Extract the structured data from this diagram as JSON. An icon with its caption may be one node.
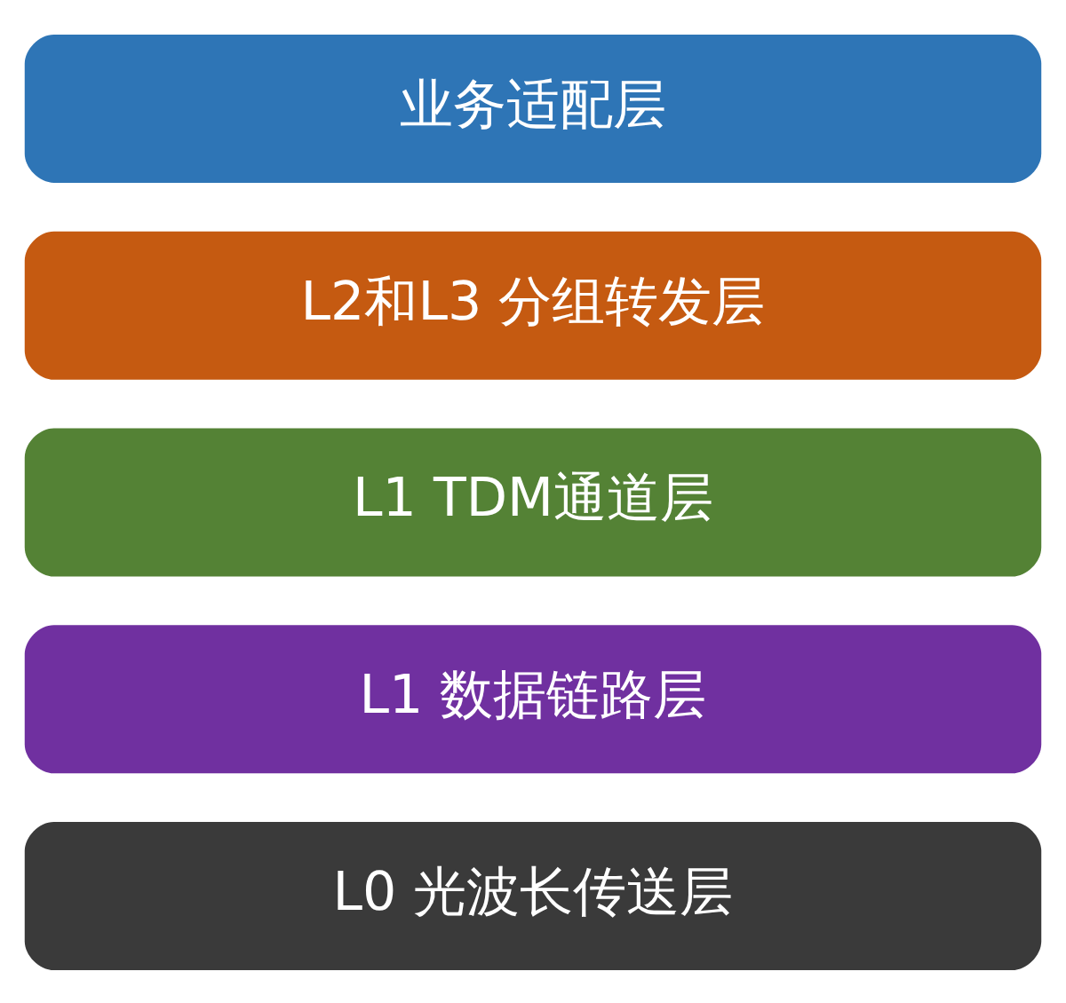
{
  "diagram": {
    "nodes": [
      {
        "text": [
          "业务适配层"
        ]
      },
      {
        "text": [
          "L2和L3 分组转发层"
        ]
      },
      {
        "text": [
          "L1 TDM通道层"
        ]
      },
      {
        "text": [
          "L1 数据链路层"
        ]
      },
      {
        "text": [
          "L0 光波长传送层"
        ]
      }
    ]
  }
}
